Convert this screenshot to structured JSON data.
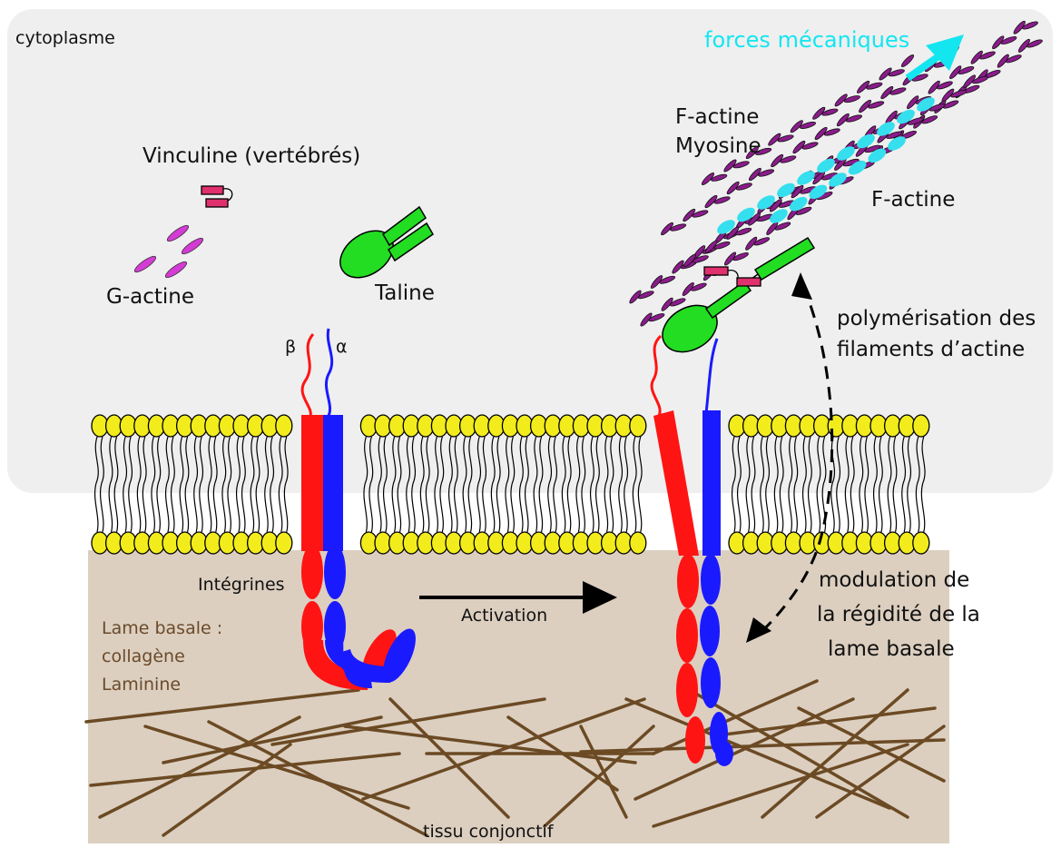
{
  "labels": {
    "cytoplasm": "cytoplasme",
    "forces": "forces mécaniques",
    "vinculin": "Vinculine (vertébrés)",
    "g_actin": "G-actine",
    "talin": "Taline",
    "f_actin_1": "F-actine",
    "myosin": "Myosine",
    "f_actin_2": "F-actine",
    "beta": "β",
    "alpha": "α",
    "polymerization_1": "polymérisation des",
    "polymerization_2": "filaments d’actine",
    "integrins": "Intégrines",
    "activation": "Activation",
    "basal_lamina_1": "Lame basale :",
    "basal_lamina_2": "collagène",
    "basal_lamina_3": "Laminine",
    "modulation_1": "modulation de",
    "modulation_2": "la régidité de la",
    "modulation_3": "lame basale",
    "connective_tissue": "tissu conjonctif"
  },
  "colors": {
    "cytoplasm_bg": "#efefef",
    "ecm_bg": "#dccfc0",
    "lipid_head": "#f2ec1c",
    "beta_chain": "#ff1414",
    "alpha_chain": "#1a1aff",
    "talin": "#22dd22",
    "vinculin": "#e0306e",
    "actin": "#8a1c8a",
    "myosin": "#35dfee",
    "collagen": "#6b4a24",
    "forces_arrow": "#14e6f0"
  },
  "icons": {
    "activation_arrow": "arrow-right-icon",
    "forces_arrow": "arrow-up-right-icon"
  }
}
